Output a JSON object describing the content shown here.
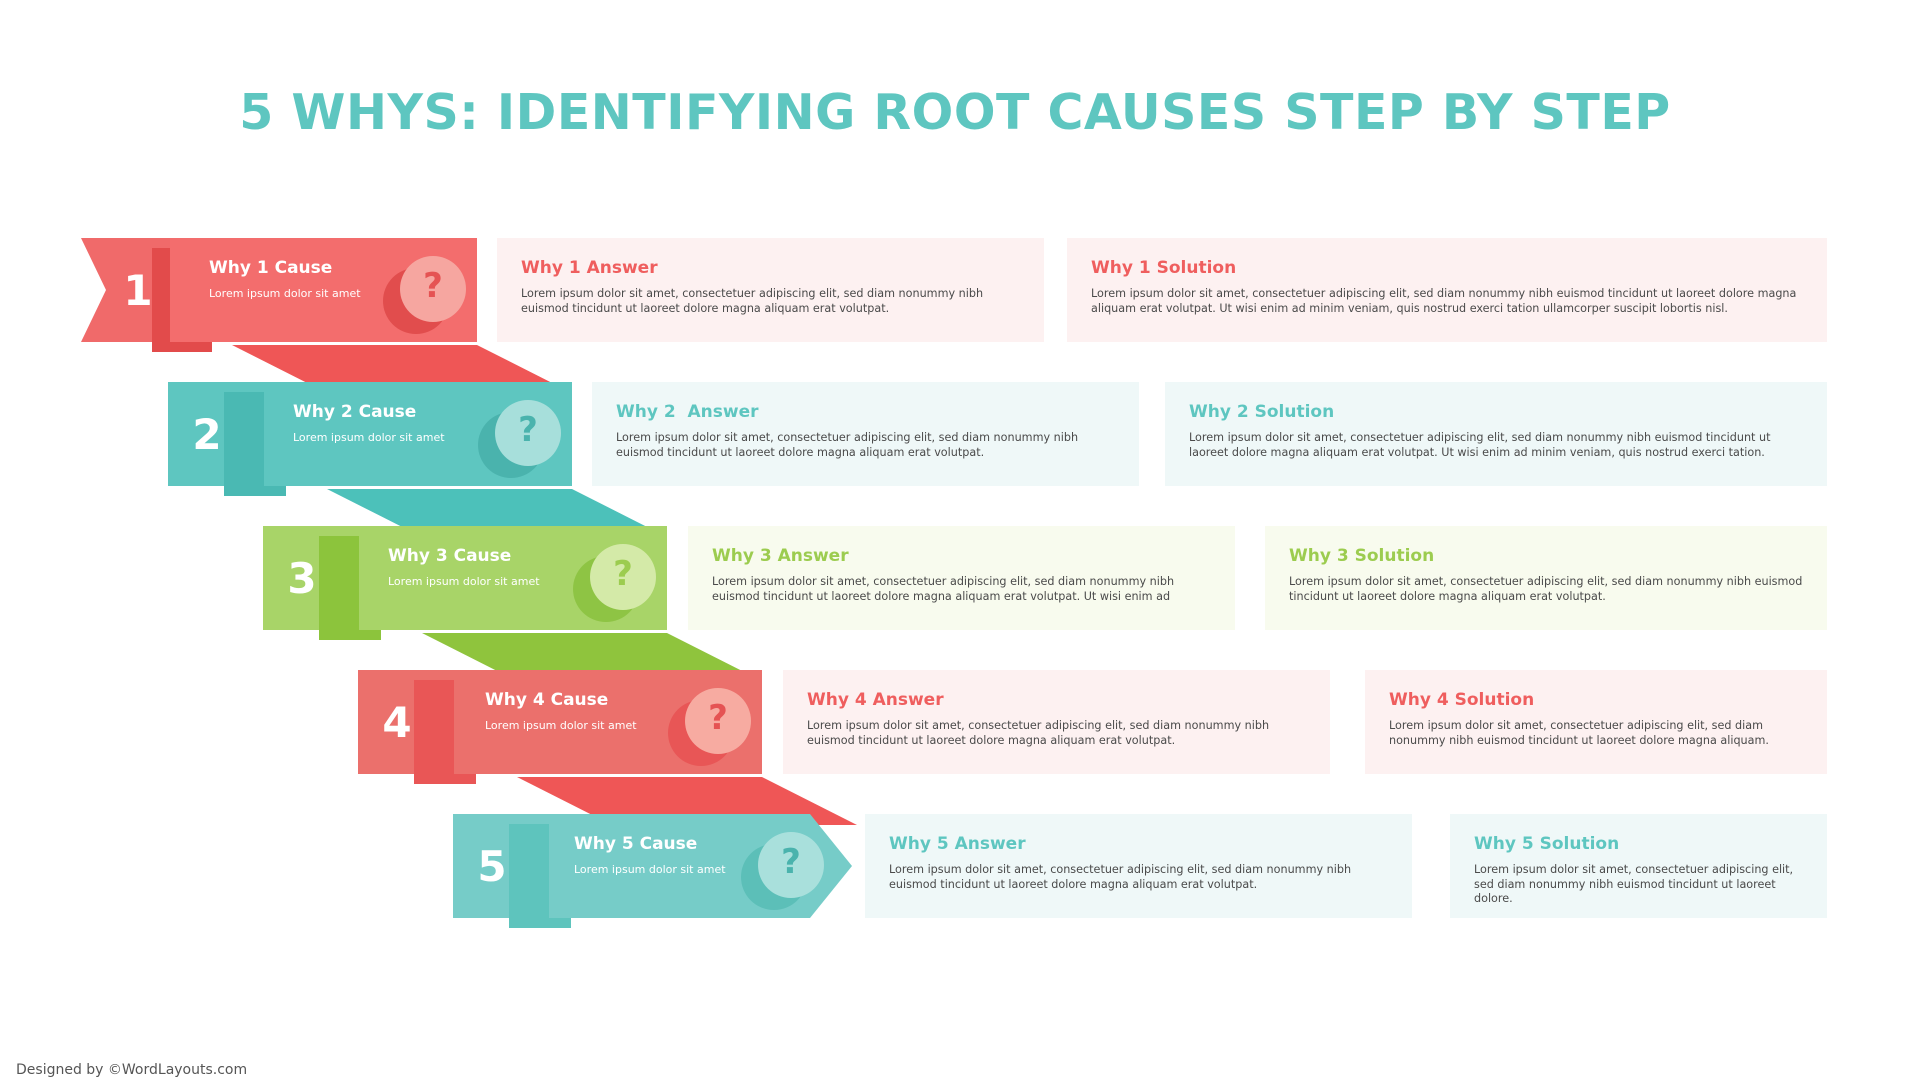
{
  "title": "5 WHYS: IDENTIFYING ROOT CAUSES STEP BY STEP",
  "footer": "Designed by ©WordLayouts.com",
  "colors": {
    "title": "#5ec6c0",
    "red": "#f06a6a",
    "teal": "#5ec6c0",
    "green": "#a2d05a",
    "green_text": "#9ccc4f",
    "red_text": "#ef5e5e",
    "teal_text": "#5ec6c0",
    "red_bg": "#fdf1f1",
    "teal_bg": "#eff8f8",
    "green_bg": "#f8fbee"
  },
  "steps": [
    {
      "number": "1",
      "cause": "Why 1 Cause",
      "cause_sub": "Lorem ipsum dolor sit amet",
      "icon": "question-mark-icon",
      "answer_title": "Why 1 Answer",
      "answer_text": "Lorem ipsum dolor sit amet, consectetuer adipiscing elit, sed diam nonummy nibh euismod tincidunt ut laoreet dolore magna aliquam erat volutpat.",
      "solution_title": "Why 1 Solution",
      "solution_text": "Lorem ipsum dolor sit amet, consectetuer adipiscing elit, sed diam nonummy nibh euismod tincidunt ut laoreet dolore magna aliquam erat volutpat. Ut wisi enim ad minim veniam, quis nostrud exerci tation ullamcorper suscipit lobortis nisl."
    },
    {
      "number": "2",
      "cause": "Why 2 Cause",
      "cause_sub": "Lorem ipsum dolor sit amet",
      "icon": "question-mark-icon",
      "answer_title": "Why 2  Answer",
      "answer_text": "Lorem ipsum dolor sit amet, consectetuer adipiscing elit, sed diam nonummy nibh euismod tincidunt ut laoreet dolore magna aliquam erat volutpat.",
      "solution_title": "Why 2 Solution",
      "solution_text": "Lorem ipsum dolor sit amet, consectetuer adipiscing elit, sed diam nonummy nibh euismod tincidunt ut laoreet dolore magna aliquam erat volutpat. Ut wisi enim ad minim veniam, quis nostrud exerci tation."
    },
    {
      "number": "3",
      "cause": "Why 3 Cause",
      "cause_sub": "Lorem ipsum dolor sit amet",
      "icon": "question-mark-icon",
      "answer_title": "Why 3 Answer",
      "answer_text": "Lorem ipsum dolor sit amet, consectetuer adipiscing elit, sed diam nonummy nibh euismod tincidunt ut laoreet dolore magna aliquam erat volutpat. Ut wisi enim ad",
      "solution_title": "Why 3 Solution",
      "solution_text": "Lorem ipsum dolor sit amet, consectetuer adipiscing elit, sed diam nonummy nibh euismod tincidunt ut laoreet dolore magna aliquam erat volutpat."
    },
    {
      "number": "4",
      "cause": "Why 4 Cause",
      "cause_sub": "Lorem ipsum dolor sit amet",
      "icon": "question-mark-icon",
      "answer_title": "Why 4 Answer",
      "answer_text": "Lorem ipsum dolor sit amet, consectetuer adipiscing elit, sed diam nonummy nibh euismod tincidunt ut laoreet dolore magna aliquam erat volutpat.",
      "solution_title": "Why 4 Solution",
      "solution_text": "Lorem ipsum dolor sit amet, consectetuer adipiscing elit, sed diam nonummy nibh euismod tincidunt ut laoreet dolore magna aliquam."
    },
    {
      "number": "5",
      "cause": "Why 5 Cause",
      "cause_sub": "Lorem ipsum dolor sit amet",
      "icon": "question-mark-icon",
      "answer_title": "Why 5 Answer",
      "answer_text": "Lorem ipsum dolor sit amet, consectetuer adipiscing elit, sed diam nonummy nibh euismod tincidunt ut laoreet dolore magna aliquam erat volutpat.",
      "solution_title": "Why 5 Solution",
      "solution_text": "Lorem ipsum dolor sit amet, consectetuer adipiscing elit, sed diam nonummy nibh euismod tincidunt ut laoreet dolore."
    }
  ]
}
